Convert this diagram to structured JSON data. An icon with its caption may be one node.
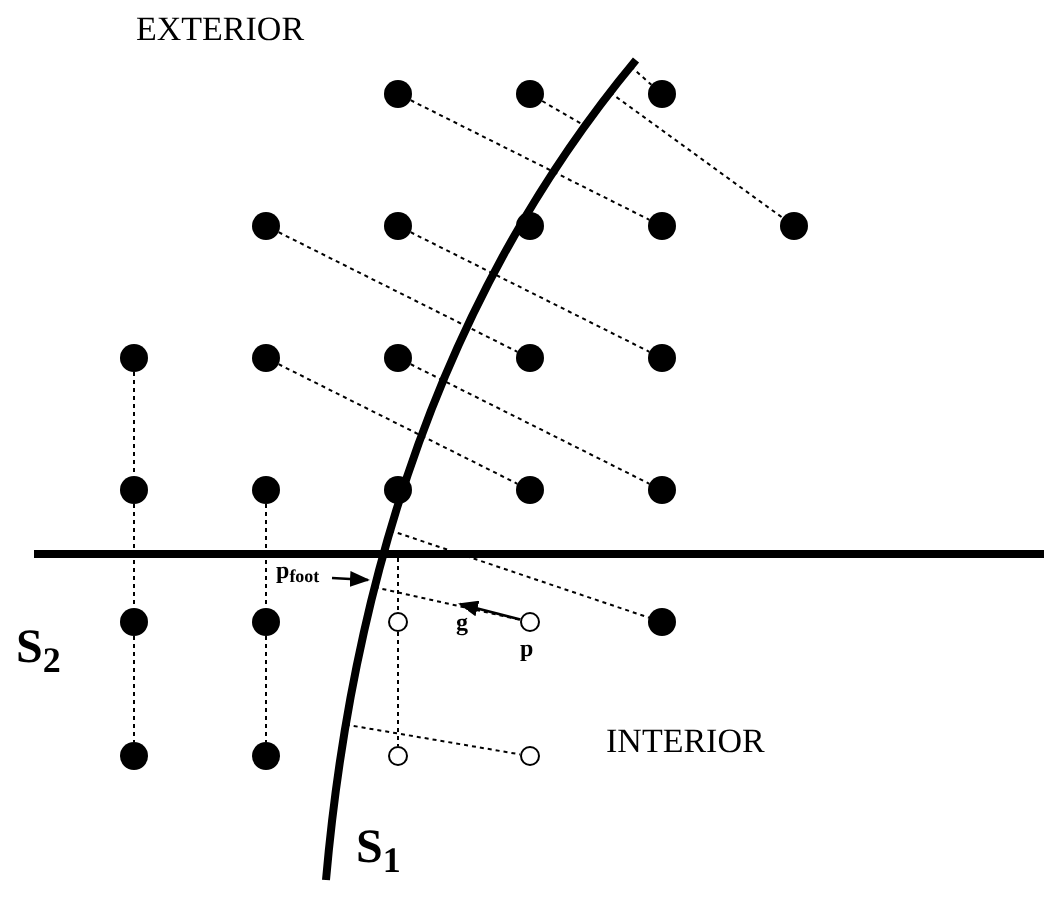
{
  "diagram": {
    "nodes": [
      {
        "text": [],
        "shape": "dot"
      },
      {
        "text": [],
        "shape": "dot"
      },
      {
        "text": [],
        "shape": "dot"
      },
      {
        "text": [],
        "shape": "dot"
      },
      {
        "text": [],
        "shape": "dot"
      },
      {
        "text": [],
        "shape": "dot"
      },
      {
        "text": [],
        "shape": "dot"
      },
      {
        "text": [],
        "shape": "dot"
      },
      {
        "text": [],
        "shape": "dot"
      },
      {
        "text": [],
        "shape": "dot"
      },
      {
        "text": [],
        "shape": "dot"
      },
      {
        "text": [],
        "shape": "dot"
      },
      {
        "text": [],
        "shape": "dot"
      },
      {
        "text": [],
        "shape": "dot"
      },
      {
        "text": [],
        "shape": "dot"
      },
      {
        "text": [],
        "shape": "dot"
      },
      {
        "text": [],
        "shape": "dot"
      },
      {
        "text": [],
        "shape": "dot"
      },
      {
        "text": [
          "p$_{foot}$"
        ]
      },
      {
        "text": [],
        "shape": "dot"
      },
      {
        "text": [],
        "shape": "dot"
      },
      {
        "text": [],
        "shape": "circle"
      },
      {
        "text": [],
        "shape": "circle",
        "beside": [
          "p"
        ]
      },
      {
        "text": [],
        "shape": "dot"
      },
      {
        "text": [],
        "shape": "dot"
      },
      {
        "text": [],
        "shape": "dot"
      },
      {
        "text": [],
        "shape": "circle"
      },
      {
        "text": [],
        "shape": "circle"
      }
    ],
    "edges": [
      {
        "from": 0,
        "to": 6,
        "arrow": "none",
        "style": "dashed"
      },
      {
        "from": 1,
        "to": null,
        "arrow": "none",
        "style": "dashed"
      },
      {
        "from": null,
        "to": 2,
        "arrow": "none",
        "style": "dashed"
      },
      {
        "from": null,
        "to": 7,
        "arrow": "none",
        "style": "dashed"
      },
      {
        "from": 3,
        "to": 11,
        "arrow": "none",
        "style": "dashed"
      },
      {
        "from": 4,
        "to": 12,
        "arrow": "none",
        "style": "dashed"
      },
      {
        "from": 9,
        "to": 16,
        "arrow": "none",
        "style": "dashed"
      },
      {
        "from": 10,
        "to": 17,
        "arrow": "none",
        "style": "dashed"
      },
      {
        "from": 8,
        "to": 13,
        "arrow": "none",
        "style": "dashed"
      },
      {
        "from": 13,
        "to": 19,
        "arrow": "none",
        "style": "dashed"
      },
      {
        "from": 19,
        "to": 24,
        "arrow": "none",
        "style": "dashed"
      },
      {
        "from": 14,
        "to": 20,
        "arrow": "none",
        "style": "dashed"
      },
      {
        "from": 20,
        "to": 25,
        "arrow": "none",
        "style": "dashed"
      },
      {
        "from": null,
        "to": 21,
        "arrow": "none",
        "style": "dashed"
      },
      {
        "from": 21,
        "to": 26,
        "arrow": "none",
        "style": "dashed"
      },
      {
        "from": null,
        "to": 23,
        "arrow": "none",
        "style": "dashed"
      },
      {
        "from": null,
        "to": 22,
        "arrow": "none",
        "style": "dashed"
      },
      {
        "from": null,
        "to": 27,
        "arrow": "none",
        "style": "dashed"
      },
      {
        "from": 22,
        "to": null,
        "arrow": "to",
        "label": "g"
      },
      {
        "from": 18,
        "to": null,
        "arrow": "to"
      }
    ],
    "labels": [
      "EXTERIOR",
      "S$_{2}$",
      "INTERIOR",
      "S$_{1}$"
    ]
  }
}
